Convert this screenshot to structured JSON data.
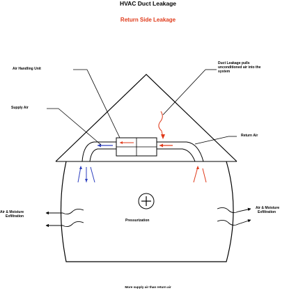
{
  "title": "HVAC Duct Leakage",
  "subtitle": "Return Side Leakage",
  "labels": {
    "air_handling_unit": "Air Handling Unit",
    "duct_leakage_line1": "Duct Leakage pulls",
    "duct_leakage_line2": "unconditioned air into the",
    "duct_leakage_line3": "system",
    "supply_air": "Supply Air",
    "return_air": "Return Air",
    "left_exfil_line1": "Air & Moisture",
    "left_exfil_line2": "Exfiltration",
    "right_exfil_line1": "Air & Moisture",
    "right_exfil_line2": "Exfiltration",
    "pressurization": "Pressurization",
    "plus_symbol": "⊕",
    "footnote": "More supply air than return air"
  },
  "colors": {
    "supply_arrow": "#2d3fbf",
    "return_arrow": "#e03a1a",
    "lines": "#000000"
  }
}
